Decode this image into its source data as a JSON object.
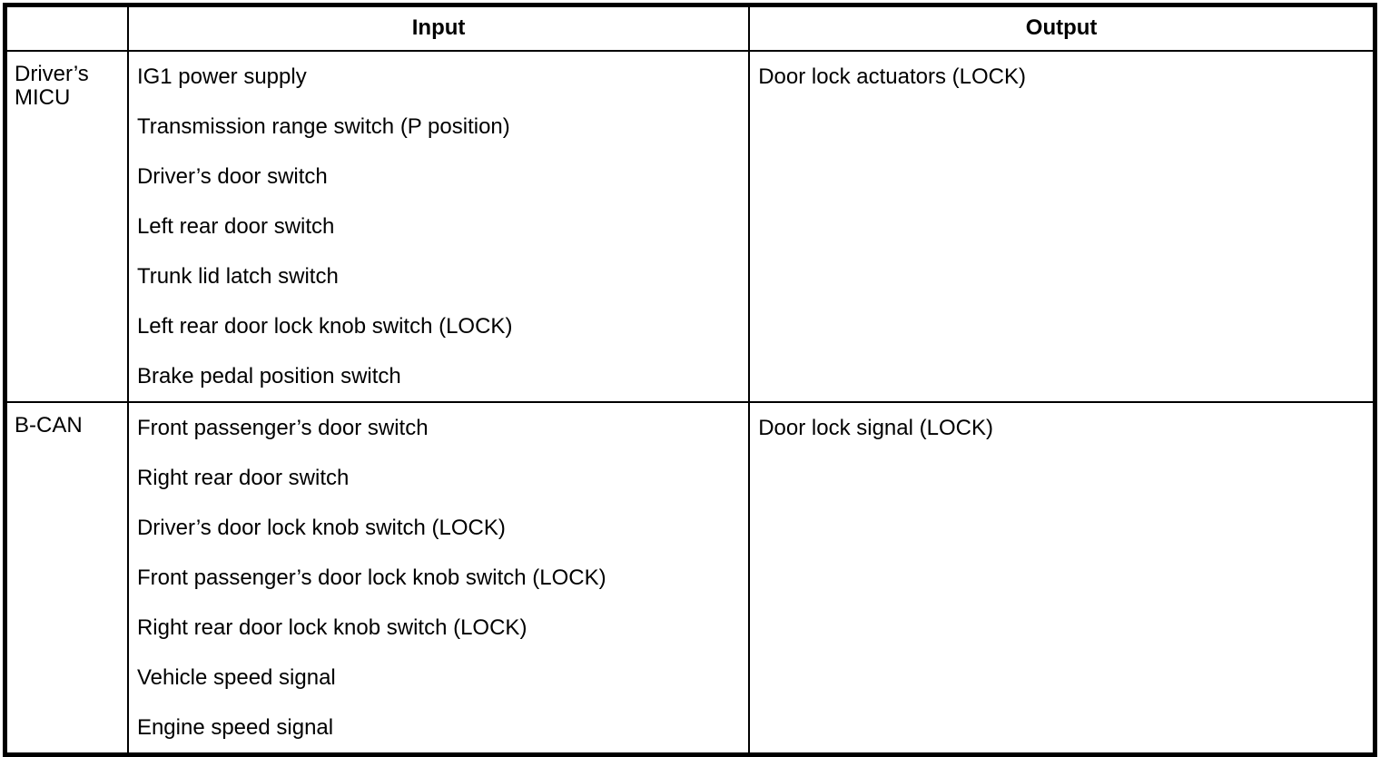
{
  "table": {
    "columns": [
      {
        "label": ""
      },
      {
        "label": "Input"
      },
      {
        "label": "Output"
      }
    ],
    "rows": [
      {
        "source": "Driver’s MICU",
        "inputs": [
          "IG1 power supply",
          "Transmission range switch (P position)",
          "Driver’s door switch",
          "Left rear door switch",
          "Trunk lid latch switch",
          "Left rear door lock knob switch (LOCK)",
          "Brake pedal position switch"
        ],
        "outputs": [
          "Door lock actuators (LOCK)"
        ]
      },
      {
        "source": "B-CAN",
        "inputs": [
          "Front passenger’s door switch",
          "Right rear door switch",
          "Driver’s door lock knob switch (LOCK)",
          "Front passenger’s door lock knob switch (LOCK)",
          "Right rear door lock knob switch (LOCK)",
          "Vehicle speed signal",
          "Engine speed signal"
        ],
        "outputs": [
          "Door lock signal (LOCK)"
        ]
      }
    ]
  },
  "colors": {
    "border": "#000000",
    "background": "#ffffff",
    "text": "#000000"
  }
}
